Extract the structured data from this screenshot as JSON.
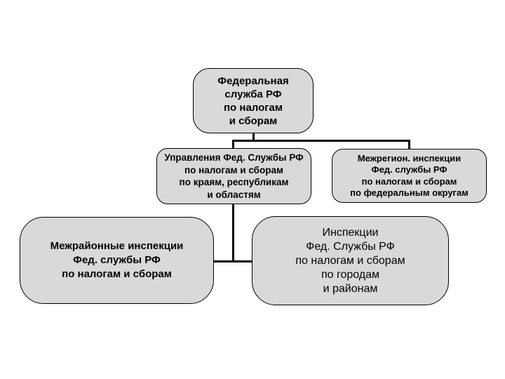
{
  "colors": {
    "background": "#ffffff",
    "node_fill": "#d9d9d9",
    "node_border": "#000000",
    "connector": "#000000",
    "text": "#000000"
  },
  "chart": {
    "type": "org-chart",
    "language": "ru",
    "nodes": {
      "federal_service": {
        "text": "Федеральная\nслужба РФ\nпо налогам\nи сборам",
        "level": 1,
        "bold": true
      },
      "regional_departments": {
        "text": "Управления Фед. Службы РФ\nпо налогам и сборам\nпо краям, республикам\nи областям",
        "level": 2,
        "bold": true
      },
      "interregional_inspections": {
        "text": "Межрегион. инспекции\nФед. службы РФ\nпо налогам и сборам\nпо федеральным округам",
        "level": 2,
        "bold": true
      },
      "interdistrict_inspections": {
        "text": "Межрайонные инспекции\nФед. службы РФ\nпо налогам и сборам",
        "level": 3,
        "bold": true
      },
      "city_district_inspections": {
        "text": "Инспекции\nФед. Службы РФ\nпо налогам и сборам\nпо городам\nи районам",
        "level": 3,
        "bold": false
      }
    },
    "edges": [
      {
        "from": "federal_service",
        "to": "regional_departments"
      },
      {
        "from": "federal_service",
        "to": "interregional_inspections"
      },
      {
        "from": "regional_departments",
        "to": "interdistrict_inspections"
      },
      {
        "from": "regional_departments",
        "to": "city_district_inspections"
      }
    ]
  }
}
